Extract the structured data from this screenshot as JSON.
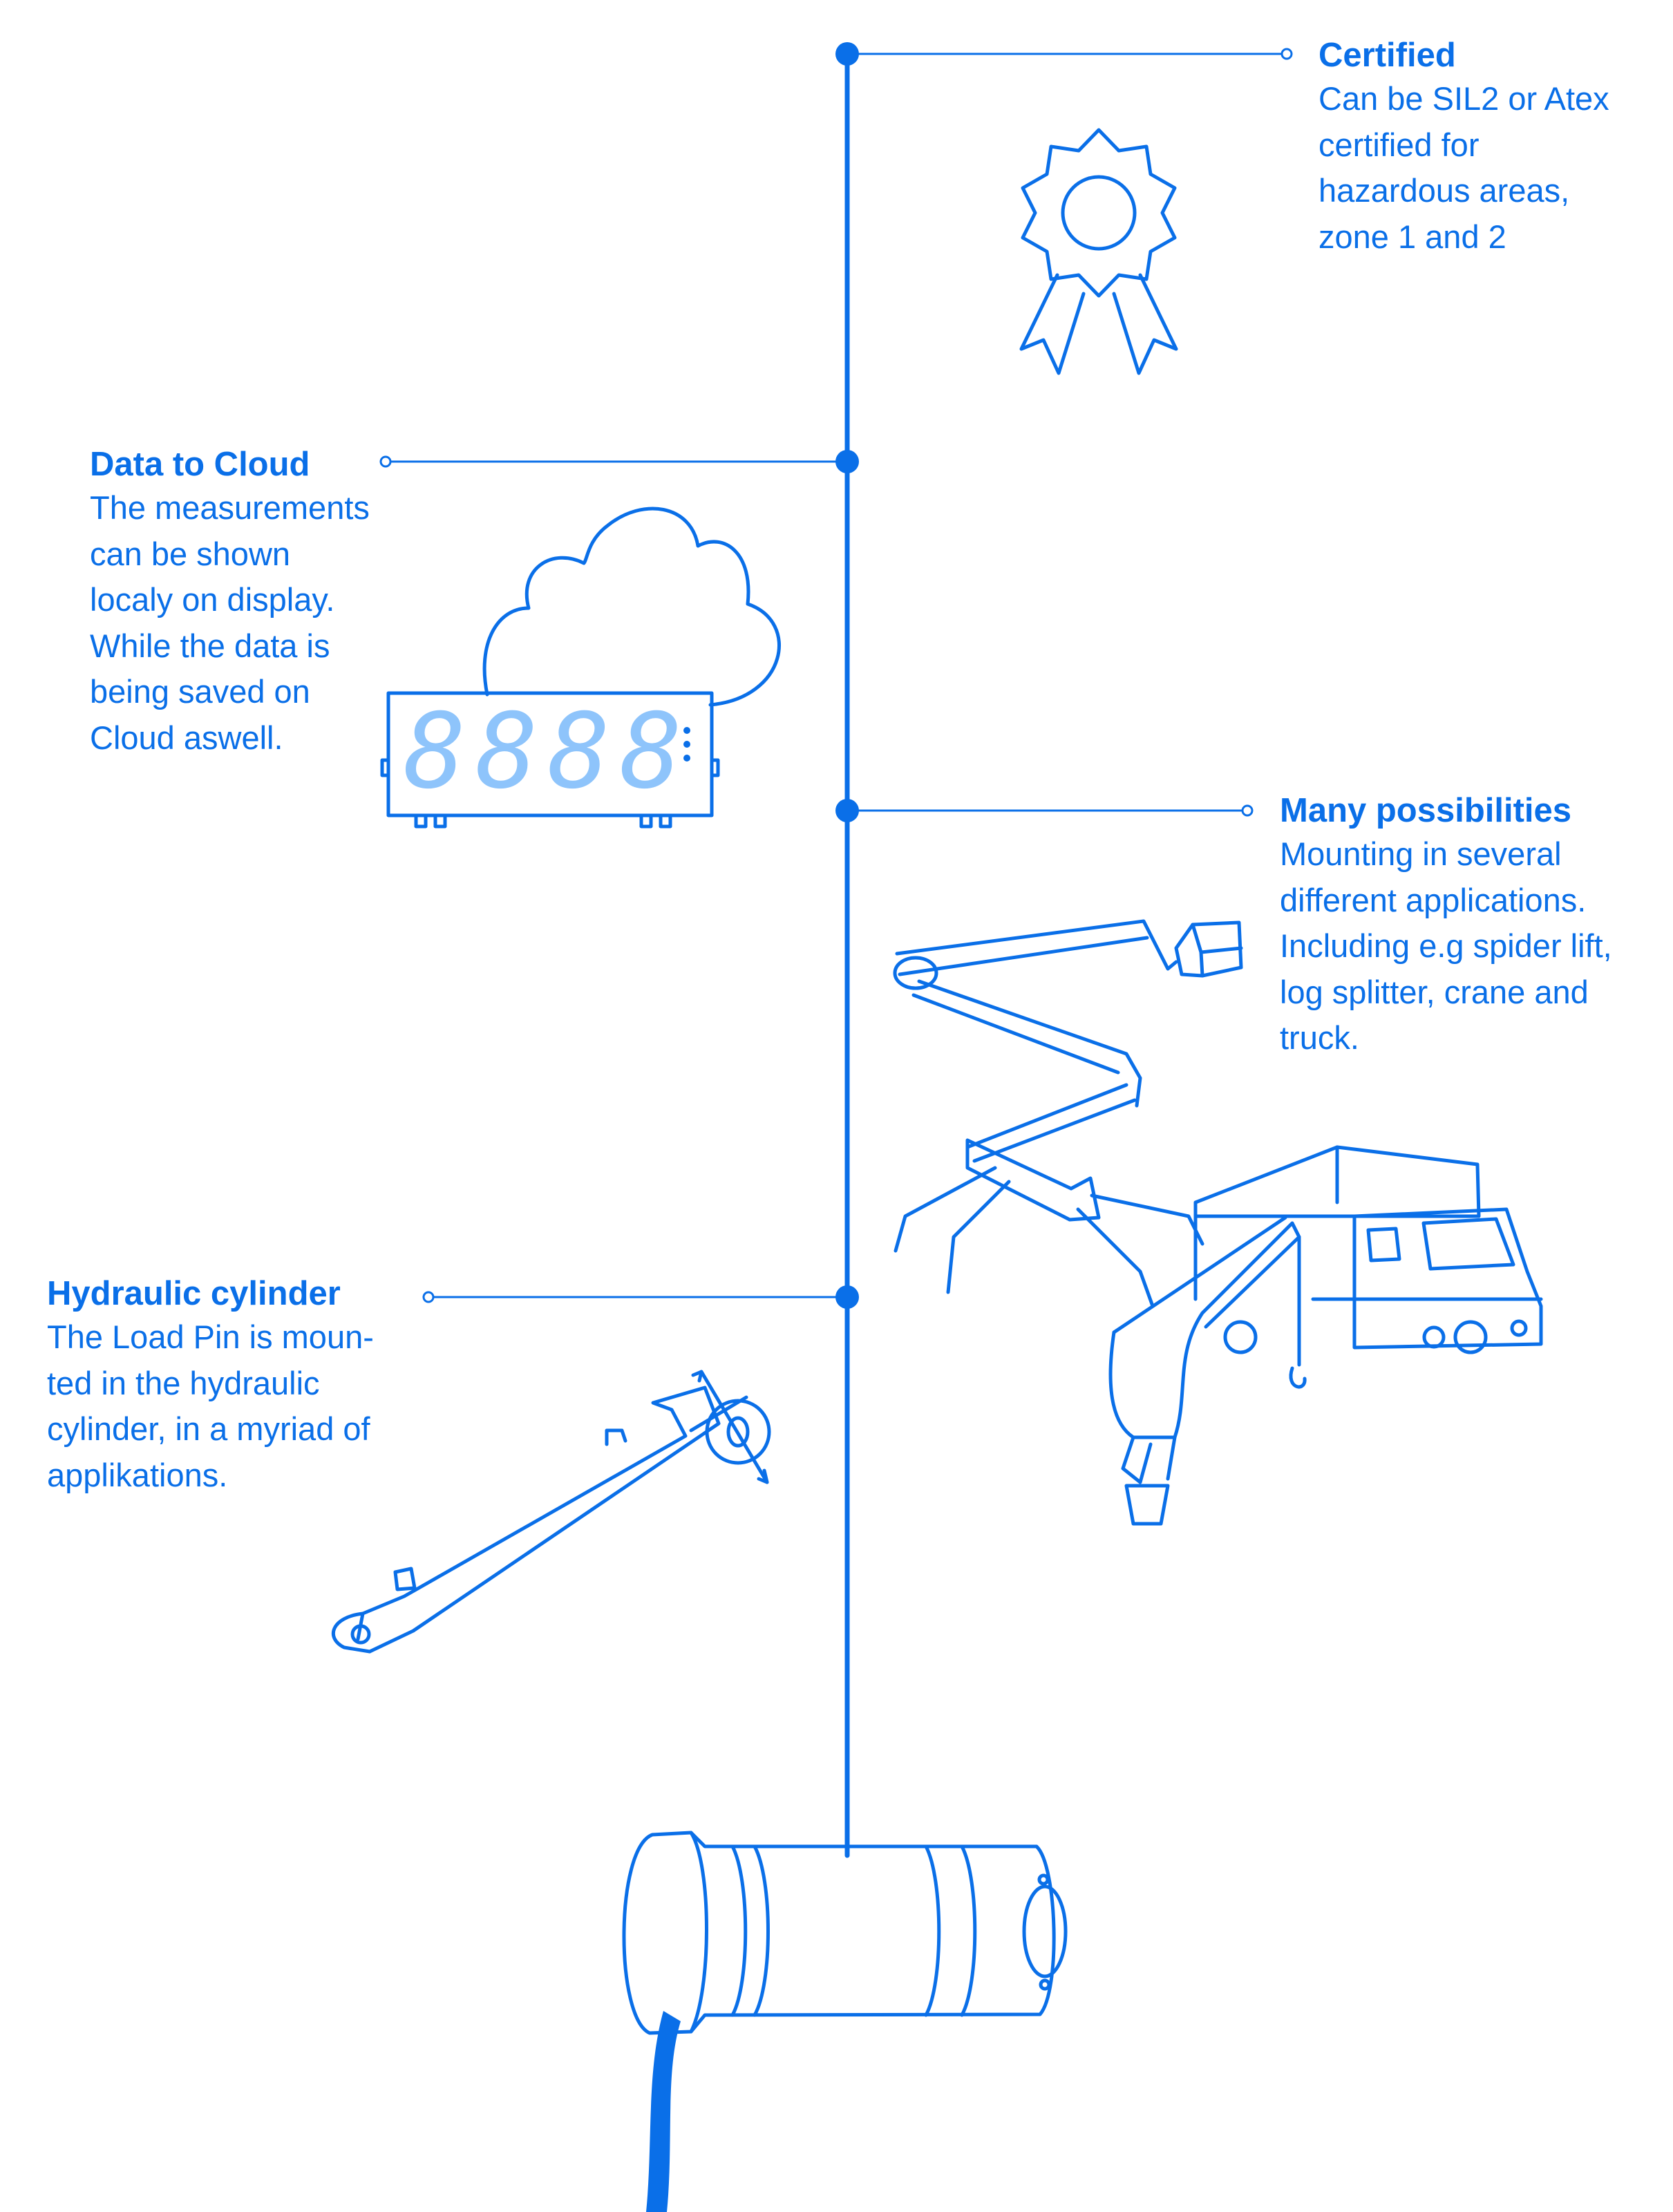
{
  "colors": {
    "accent": "#0a6fe8",
    "segment": "#8ec4fb",
    "background": "#ffffff"
  },
  "features": {
    "certified": {
      "title": "Certified",
      "lines": [
        "Can be SIL2 or Atex",
        "certified for",
        "hazardous areas,",
        "zone 1 and 2"
      ],
      "icon": "award-ribbon-icon"
    },
    "cloud": {
      "title": "Data to Cloud",
      "lines": [
        "The measurements",
        "can be shown",
        "localy on display.",
        "While the data is",
        "being saved on",
        "Cloud aswell."
      ],
      "icon": "cloud-display-icon"
    },
    "many": {
      "title": "Many possibilities",
      "lines": [
        "Mounting in several",
        "different applications.",
        "Including e.g spider lift,",
        "log splitter, crane and",
        "truck."
      ],
      "icon": "spider-lift-truck-icon"
    },
    "hydraulic": {
      "title": "Hydraulic cylinder",
      "lines": [
        "The Load Pin is moun-",
        "ted in the hydraulic",
        "cylinder, in a myriad of",
        "applikations."
      ],
      "icon": "hydraulic-cylinder-icon"
    }
  },
  "display": {
    "digits": "8888"
  },
  "load_pin": {
    "icon": "load-pin-icon"
  }
}
